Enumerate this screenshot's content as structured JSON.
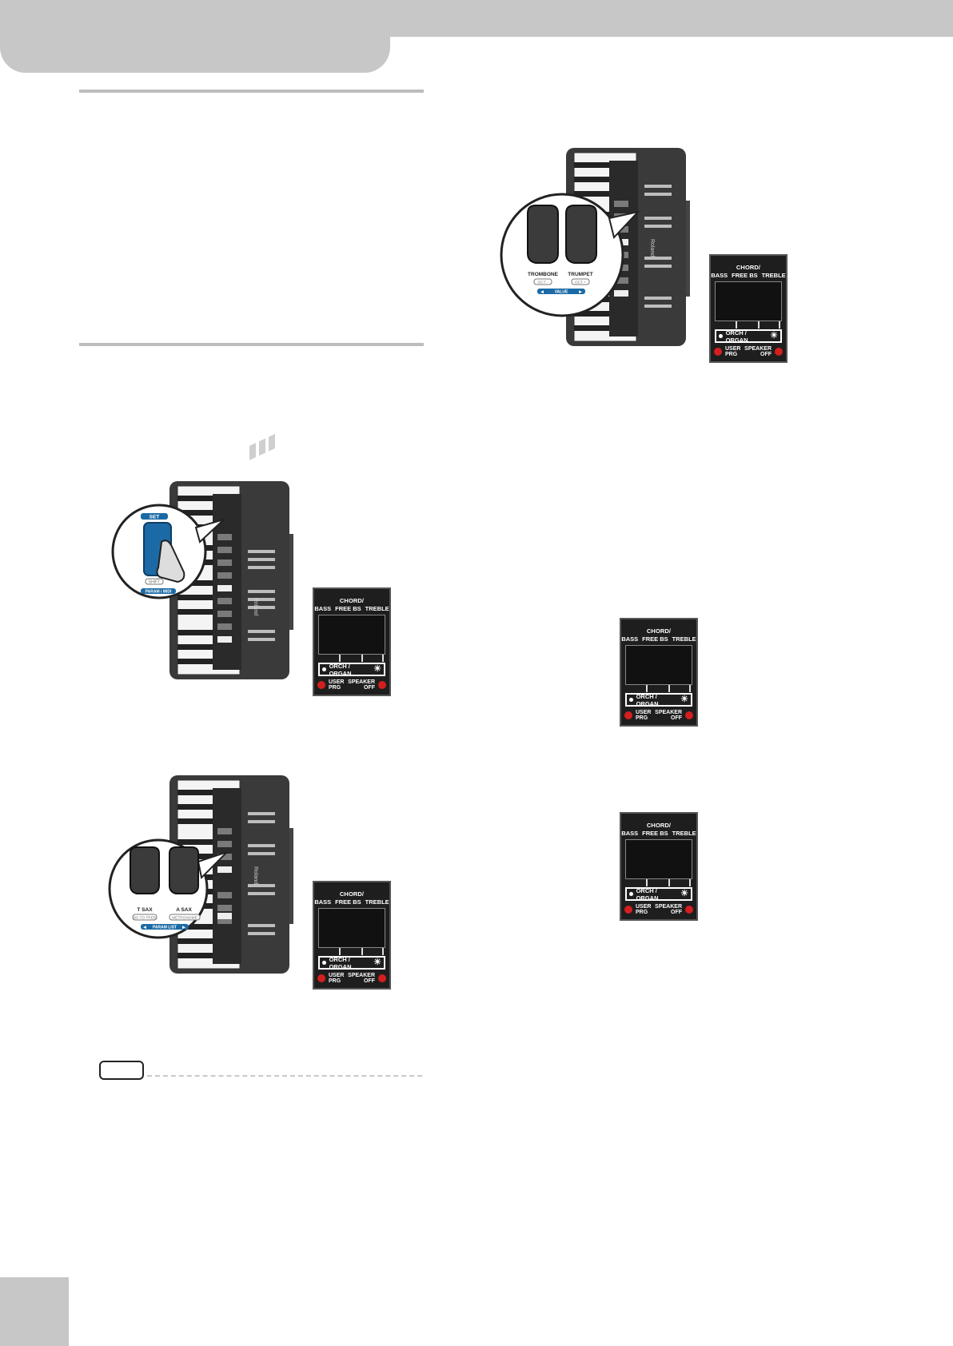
{
  "panel": {
    "heading_line1": "CHORD/",
    "heading_bass": "BASS",
    "heading_free": "FREE BS",
    "heading_treble": "TREBLE",
    "orch_organ": "ORCH / ORGAN",
    "user_line1": "USER",
    "user_line2": "PRG",
    "speaker_line1": "SPEAKER",
    "speaker_line2": "OFF"
  },
  "figure_set": {
    "button_label": "SET",
    "shift_label": "SHIFT",
    "sub_label": "PARAM / MIDI",
    "brand": "Roland"
  },
  "figure_sax": {
    "left_label": "T SAX",
    "right_label": "A SAX",
    "left_sub": "BS TO TREB",
    "right_sub": "METRONOME",
    "bar_label": "PARAM LIST",
    "brand": "Roland"
  },
  "figure_brass": {
    "left_label": "TROMBONE",
    "right_label": "TRUMPET",
    "left_sub": "OCT -",
    "right_sub": "OCT +",
    "bar_label": "VALUE",
    "brand": "Roland"
  },
  "colors": {
    "header": "#c7c7c7",
    "panel_bg": "#1e1e1e",
    "led_red": "#d41f1f",
    "set_blue": "#1b6aa5"
  }
}
